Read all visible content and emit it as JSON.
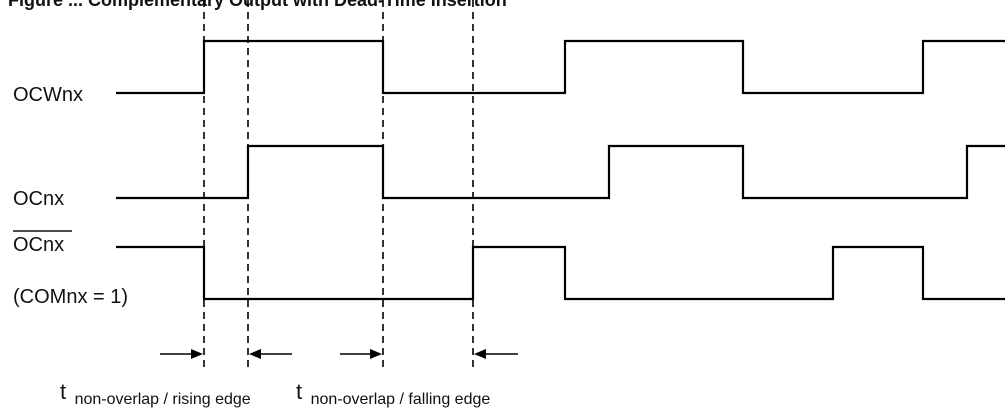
{
  "figure": {
    "title_fragment": "Figure ... Complementary Output with Dead-Time Insertion",
    "signals": {
      "ocwnx": "OCWnx",
      "ocnx": "OCnx",
      "ocnx_bar": "OCnx",
      "ocnx_bar_condition": "(COMnx = 1)"
    },
    "timing": {
      "rising": {
        "t": "t",
        "subscript": "non-overlap / rising edge"
      },
      "falling": {
        "t": "t",
        "subscript": "non-overlap / falling edge"
      }
    }
  }
}
